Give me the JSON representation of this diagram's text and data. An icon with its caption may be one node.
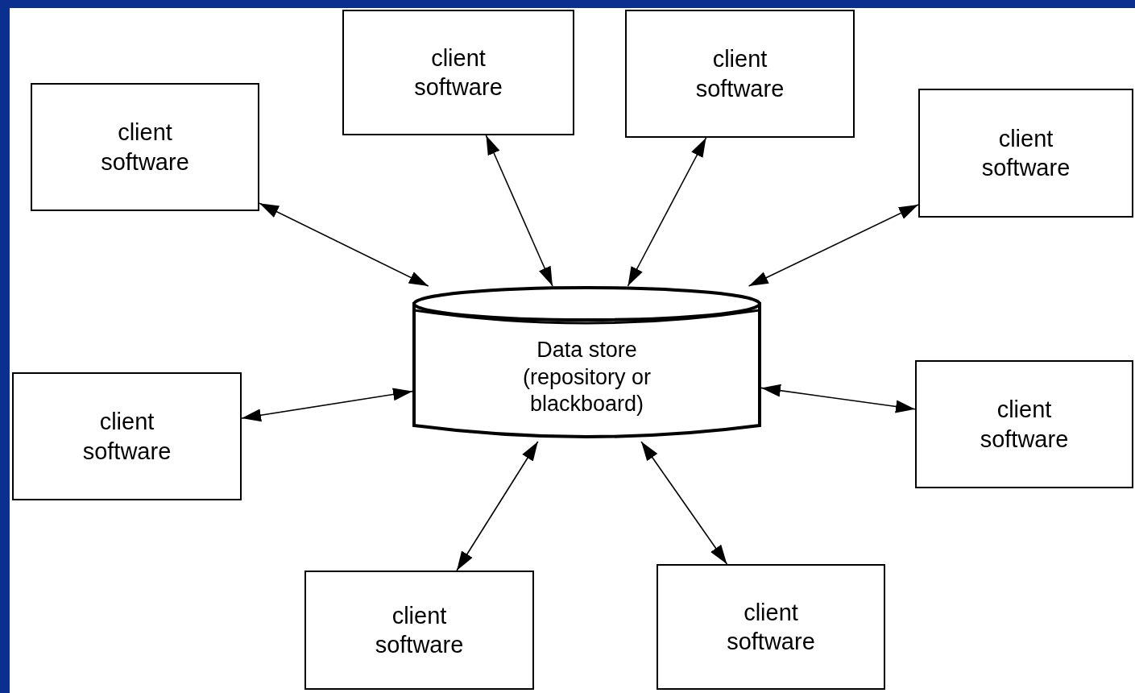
{
  "diagram": {
    "nodes": [
      {
        "text": [
          "client software"
        ]
      },
      {
        "text": [
          "client software"
        ]
      },
      {
        "text": [
          "client software"
        ]
      },
      {
        "text": [
          "client software"
        ]
      },
      {
        "text": [
          "Data store (repository or blackboard)"
        ]
      },
      {
        "text": [
          "client software"
        ]
      },
      {
        "text": [
          "client software"
        ]
      },
      {
        "text": [
          "client software"
        ]
      },
      {
        "text": [
          "client software"
        ]
      }
    ],
    "edges": [
      {
        "from": 4,
        "to": 0,
        "arrow": "both"
      },
      {
        "from": 4,
        "to": 1,
        "arrow": "both"
      },
      {
        "from": 4,
        "to": 2,
        "arrow": "both"
      },
      {
        "from": 4,
        "to": 3,
        "arrow": "both"
      },
      {
        "from": 4,
        "to": 5,
        "arrow": "both"
      },
      {
        "from": 4,
        "to": 6,
        "arrow": "both"
      },
      {
        "from": 4,
        "to": 7,
        "arrow": "both"
      },
      {
        "from": 4,
        "to": 8,
        "arrow": "both"
      }
    ]
  }
}
